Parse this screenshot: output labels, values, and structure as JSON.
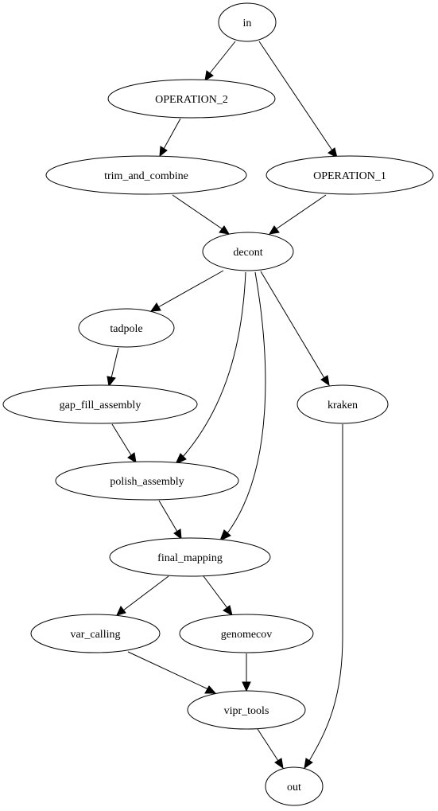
{
  "nodes": {
    "in": "in",
    "operation_2": "OPERATION_2",
    "operation_1": "OPERATION_1",
    "trim_and_combine": "trim_and_combine",
    "decont": "decont",
    "tadpole": "tadpole",
    "gap_fill_assembly": "gap_fill_assembly",
    "kraken": "kraken",
    "polish_assembly": "polish_assembly",
    "final_mapping": "final_mapping",
    "var_calling": "var_calling",
    "genomecov": "genomecov",
    "vipr_tools": "vipr_tools",
    "out": "out"
  },
  "edges": [
    {
      "from": "in",
      "to": "OPERATION_2"
    },
    {
      "from": "in",
      "to": "OPERATION_1"
    },
    {
      "from": "OPERATION_2",
      "to": "trim_and_combine"
    },
    {
      "from": "trim_and_combine",
      "to": "decont"
    },
    {
      "from": "OPERATION_1",
      "to": "decont"
    },
    {
      "from": "decont",
      "to": "tadpole"
    },
    {
      "from": "decont",
      "to": "polish_assembly"
    },
    {
      "from": "decont",
      "to": "final_mapping"
    },
    {
      "from": "decont",
      "to": "kraken"
    },
    {
      "from": "tadpole",
      "to": "gap_fill_assembly"
    },
    {
      "from": "gap_fill_assembly",
      "to": "polish_assembly"
    },
    {
      "from": "polish_assembly",
      "to": "final_mapping"
    },
    {
      "from": "kraken",
      "to": "out"
    },
    {
      "from": "final_mapping",
      "to": "var_calling"
    },
    {
      "from": "final_mapping",
      "to": "genomecov"
    },
    {
      "from": "var_calling",
      "to": "vipr_tools"
    },
    {
      "from": "genomecov",
      "to": "vipr_tools"
    },
    {
      "from": "vipr_tools",
      "to": "out"
    }
  ]
}
